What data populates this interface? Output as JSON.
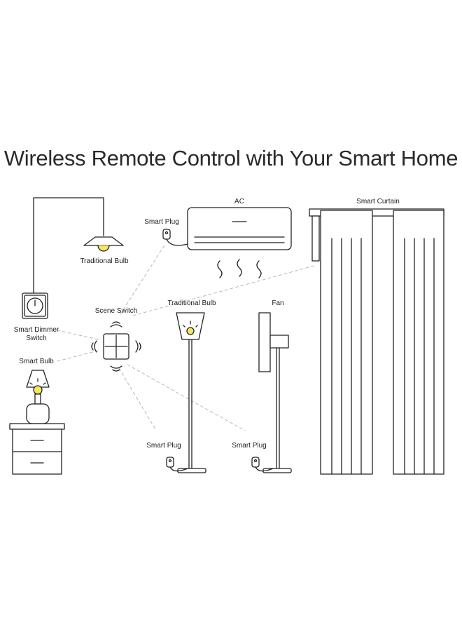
{
  "title": "Wireless Remote Control with Your Smart Home",
  "labels": {
    "ac": "AC",
    "smart_curtain": "Smart Curtain",
    "smart_plug_ac": "Smart Plug",
    "traditional_bulb_top": "Traditional Bulb",
    "scene_switch": "Scene Switch",
    "traditional_bulb_lamp": "Traditional Bulb",
    "fan": "Fan",
    "smart_dimmer_line1": "Smart Dimmer",
    "smart_dimmer_line2": "Switch",
    "smart_bulb": "Smart Bulb",
    "smart_plug_lamp": "Smart Plug",
    "smart_plug_fan": "Smart Plug"
  },
  "colors": {
    "line": "#222222",
    "bulb_yellow": "#f5e663",
    "dash": "#b8b8b8"
  }
}
